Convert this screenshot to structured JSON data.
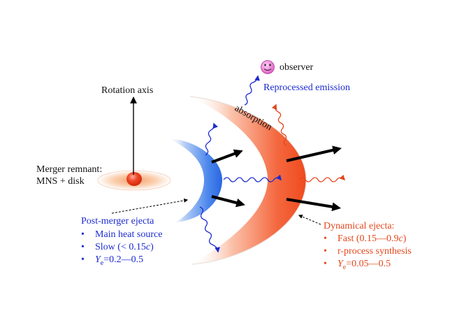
{
  "labels": {
    "observer": "observer",
    "reprocessed_emission": "Reprocessed emission",
    "rotation_axis": "Rotation axis",
    "absorption": "absorption",
    "merger_remnant_line1": "Merger remnant:",
    "merger_remnant_line2": "MNS + disk",
    "post_merger_title": "Post-merger ejecta",
    "dynamical_title": "Dynamical ejecta:"
  },
  "post_merger_items": [
    {
      "bullet": "•",
      "pre": "Main heat source",
      "italic": "",
      "post": ""
    },
    {
      "bullet": "•",
      "pre": "Slow (< 0.15",
      "italic": "c",
      "post": ")"
    },
    {
      "bullet": "•",
      "pre": "",
      "italic": "Y",
      "sub": "e",
      "post": "=0.2—0.5"
    }
  ],
  "dynamical_items": [
    {
      "bullet": "•",
      "pre": "Fast (0.15—0.9",
      "italic": "c",
      "post": ")"
    },
    {
      "bullet": "•",
      "pre": "r-process synthesis",
      "italic": "",
      "post": ""
    },
    {
      "bullet": "•",
      "pre": "",
      "italic": "Y",
      "sub": "e",
      "post": "=0.05—0.5"
    }
  ],
  "colors": {
    "blue_text": "#1c2bd0",
    "red_text": "#e4471c",
    "blue_ejecta": "#2f6fe6",
    "red_ejecta": "#f2522a",
    "observer_face": "#f07ad8"
  },
  "icons": {
    "observer": "smiley-face-icon"
  }
}
